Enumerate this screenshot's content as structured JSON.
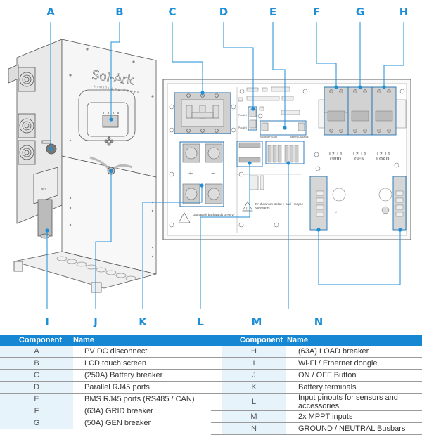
{
  "callout_labels": [
    "A",
    "B",
    "C",
    "D",
    "E",
    "F",
    "G",
    "H",
    "I",
    "J",
    "K",
    "L",
    "M",
    "N"
  ],
  "colors": {
    "accent": "#1e8fd6",
    "header": "#1688d3",
    "code_cell": "#e7f3fb",
    "housing": "#f2f2f2",
    "breaker": "#d2d2d2"
  },
  "device": {
    "brand_name": "Sol-Ark",
    "brand_tagline": "LIMITLESS POWER",
    "wifi_tag": "WiFi"
  },
  "panel": {
    "port_labels": {
      "parallel_1": "Parallel",
      "parallel_2": "Parallel",
      "modbus": "Modbus RS485",
      "battery": "Battery CAN/Bus"
    },
    "battery_plus": "+",
    "battery_minus": "−",
    "warning_battery": "Damage if backwards on+BV",
    "warning_solar": "0V shown on Solar: + and - maybe backwards",
    "breakers": [
      {
        "phases": "L2  L1",
        "name": "GRID"
      },
      {
        "phases": "L2  L1",
        "name": "GEN"
      },
      {
        "phases": "L2  L1",
        "name": "LOAD"
      }
    ],
    "neutral_mark": "N"
  },
  "table": {
    "headers": {
      "component": "Component",
      "name": "Name"
    },
    "left": [
      {
        "code": "A",
        "name": "PV DC disconnect"
      },
      {
        "code": "B",
        "name": "LCD touch screen"
      },
      {
        "code": "C",
        "name": "(250A) Battery breaker"
      },
      {
        "code": "D",
        "name": "Parallel RJ45 ports"
      },
      {
        "code": "E",
        "name": "BMS RJ45 ports (RS485 / CAN)"
      },
      {
        "code": "F",
        "name": "(63A) GRID breaker"
      },
      {
        "code": "G",
        "name": "(50A) GEN breaker"
      }
    ],
    "right": [
      {
        "code": "H",
        "name": "(63A) LOAD breaker"
      },
      {
        "code": "I",
        "name": "Wi-Fi / Ethernet dongle"
      },
      {
        "code": "J",
        "name": "ON / OFF Button"
      },
      {
        "code": "K",
        "name": "Battery terminals"
      },
      {
        "code": "L",
        "name": "Input pinouts for sensors and accessories"
      },
      {
        "code": "M",
        "name": "2x MPPT inputs"
      },
      {
        "code": "N",
        "name": "GROUND / NEUTRAL Busbars"
      }
    ]
  }
}
